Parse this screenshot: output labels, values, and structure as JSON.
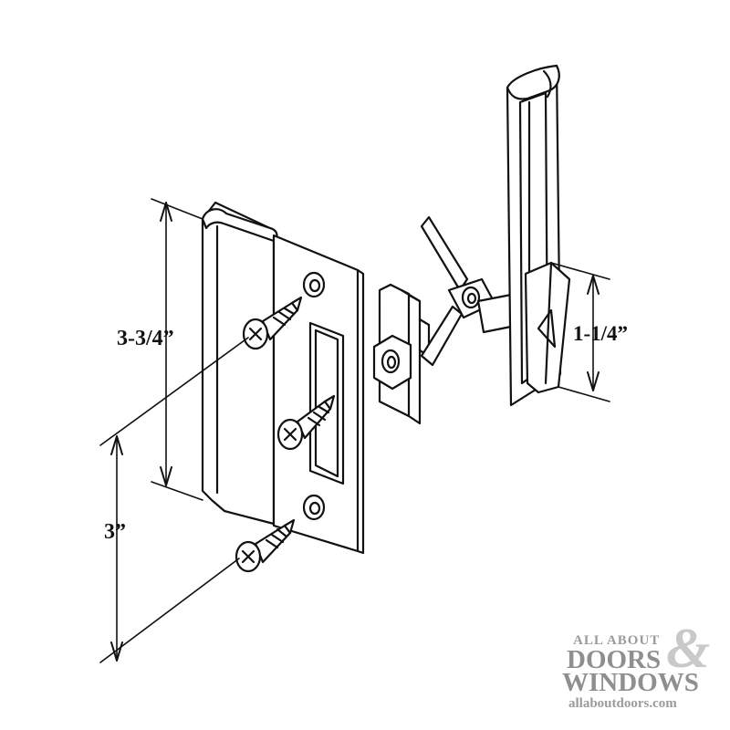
{
  "dimensions": {
    "strike_height": "3-3/4”",
    "screw_spacing": "3”",
    "latch_height": "1-1/4”"
  },
  "watermark": {
    "line1": "ALL ABOUT",
    "ampersand": "&",
    "line2": "DOORS",
    "line3": "WINDOWS",
    "url": "allaboutdoors.com"
  },
  "colors": {
    "line": "#111111",
    "fill": "#ffffff",
    "watermark": "#8f8f8f"
  }
}
